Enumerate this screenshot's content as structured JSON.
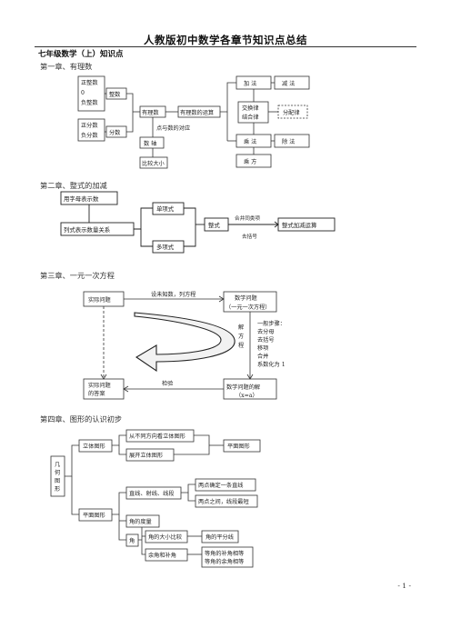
{
  "doc": {
    "title": "人教版初中数学各章节知识点总结",
    "grade_heading": "七年级数学（上）知识点",
    "page_number": "- 1 -"
  },
  "ch1": {
    "heading": "第一章、有理数",
    "b_int_a": "正整数",
    "b_int_b": "0",
    "b_int_c": "负整数",
    "b_integer": "整数",
    "b_frac_a": "正分数",
    "b_frac_b": "负分数",
    "b_fraction": "分数",
    "b_rational": "有理数",
    "b_ops": "有理数的运算",
    "b_correspond": "点与数的对应",
    "b_axis": "数 轴",
    "b_compare": "比较大小",
    "b_add": "加 法",
    "b_sub": "减 法",
    "b_comm_a": "交换律",
    "b_comm_b": "结合律",
    "b_dist": "分配律",
    "b_mul": "乘 法",
    "b_div": "除 法",
    "b_pow": "乘 方"
  },
  "ch2": {
    "heading": "第二章、整式的加减",
    "b_letters": "用字母表示数",
    "b_expr": "列式表示数量关系",
    "b_mono": "单项式",
    "b_poly": "多项式",
    "b_integral": "整式",
    "b_combine": "合并同类项",
    "b_brackets": "去括号",
    "b_addsub": "整式加减运算"
  },
  "ch3": {
    "heading": "第三章、一元一次方程",
    "b_real": "实际问题",
    "b_setup": "设未知数，列方程",
    "b_math_a": "数学问题",
    "b_math_b": "（一元一次方程）",
    "b_solve_a": "解",
    "b_solve_b": "方",
    "b_solve_c": "程",
    "b_steps": [
      "一般步骤：",
      "去分母",
      "去括号",
      "移项",
      "合并",
      "系数化为 1"
    ],
    "b_answer_a": "实际问题",
    "b_answer_b": "的答案",
    "b_check": "检验",
    "b_sol_a": "数学问题的解",
    "b_sol_b": "（x=a）"
  },
  "ch4": {
    "heading": "第四章、图形的认识初步",
    "b_geo_a": "几",
    "b_geo_b": "何",
    "b_geo_c": "图",
    "b_geo_d": "形",
    "b_solid": "立体图形",
    "b_views": "从不同方向看立体图形",
    "b_unfold": "展开立体图形",
    "b_plane_fig": "平面图形",
    "b_plane": "平面图形",
    "b_lines": "直线、射线、线段",
    "b_two_pts": "两点确定一条直线",
    "b_shortest": "两点之间，线段最短",
    "b_measure": "角的度量",
    "b_angle": "角",
    "b_cmp_angle": "角的大小比较",
    "b_bisector": "角的平分线",
    "b_comp": "余角和补角",
    "b_eq_supp": "等角的补角相等",
    "b_eq_comp": "等角的余角相等"
  }
}
